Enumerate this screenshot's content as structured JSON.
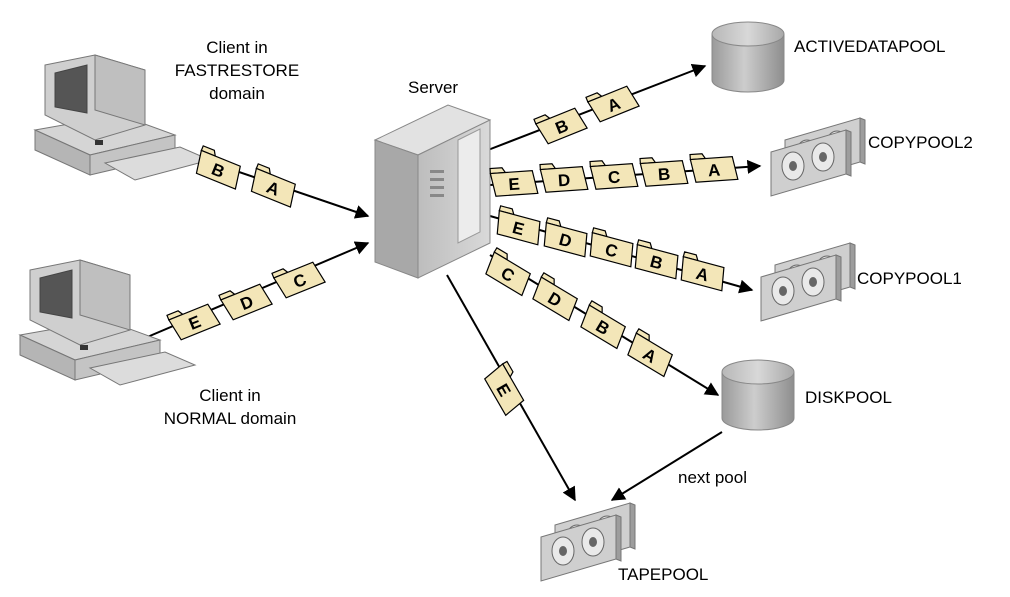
{
  "labels": {
    "client_fastrestore_line1": "Client in",
    "client_fastrestore_line2": "FASTRESTORE",
    "client_fastrestore_line3": "domain",
    "client_normal_line1": "Client in",
    "client_normal_line2": "NORMAL domain",
    "server": "Server",
    "activedatapool": "ACTIVEDATAPOOL",
    "copypool2": "COPYPOOL2",
    "copypool1": "COPYPOOL1",
    "diskpool": "DISKPOOL",
    "tapepool": "TAPEPOOL",
    "next_pool": "next pool"
  },
  "flows": {
    "fastrestore_to_server": [
      "A",
      "B"
    ],
    "normal_to_server": [
      "C",
      "D",
      "E"
    ],
    "server_to_activedatapool": [
      "A",
      "B"
    ],
    "server_to_copypool2": [
      "A",
      "B",
      "C",
      "D",
      "E"
    ],
    "server_to_copypool1": [
      "A",
      "B",
      "C",
      "D",
      "E"
    ],
    "server_to_diskpool": [
      "A",
      "B",
      "D",
      "C"
    ],
    "server_to_tapepool": [
      "E"
    ]
  },
  "colors": {
    "folder_fill": "#f3e6b8",
    "device_gray": "#c9c9c9",
    "line": "#000000"
  }
}
